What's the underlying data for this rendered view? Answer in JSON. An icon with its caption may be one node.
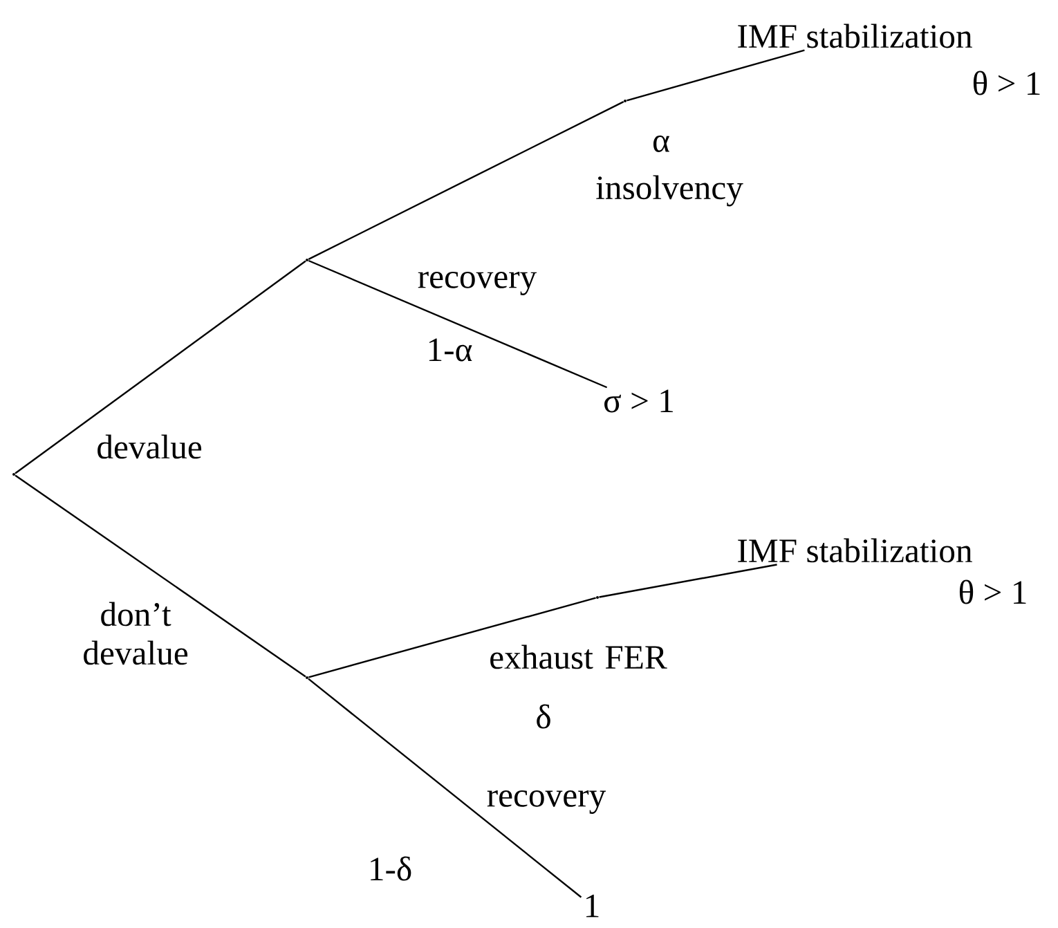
{
  "diagram": {
    "nodes": [
      {
        "text": [],
        "shape": "point"
      },
      {
        "text": [],
        "shape": "point"
      },
      {
        "text": [],
        "shape": "point"
      },
      {
        "text": [
          "IMF stabilization"
        ],
        "beside": [
          "θ > 1"
        ]
      },
      {
        "text": [
          "σ > 1"
        ]
      },
      {
        "text": [],
        "shape": "point"
      },
      {
        "text": [],
        "shape": "point"
      },
      {
        "text": [
          "IMF stabilization"
        ],
        "beside": [
          "θ > 1"
        ]
      },
      {
        "text": [
          "1"
        ]
      }
    ],
    "edges": [
      {
        "from": 0,
        "to": 1,
        "arrow": "none",
        "label": "devalue"
      },
      {
        "from": 1,
        "to": 2,
        "arrow": "none"
      },
      {
        "from": 2,
        "to": 3,
        "arrow": "none",
        "label": "α"
      },
      {
        "from": 1,
        "to": 4,
        "arrow": "none",
        "label": "recovery"
      },
      {
        "from": 0,
        "to": 5,
        "arrow": "none",
        "label": "don’t devalue"
      },
      {
        "from": 5,
        "to": 6,
        "arrow": "none",
        "label": "exhaust FER"
      },
      {
        "from": 6,
        "to": 7,
        "arrow": "none"
      },
      {
        "from": 5,
        "to": 8,
        "arrow": "none",
        "label": "recovery"
      }
    ],
    "labels": [
      "insolvency",
      "1-α",
      "δ",
      "1-δ"
    ]
  }
}
